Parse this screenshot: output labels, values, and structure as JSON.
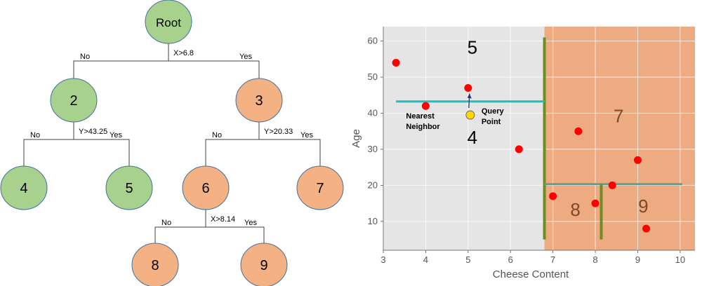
{
  "tree": {
    "colors": {
      "green": "#a9d18e",
      "orange": "#f4b183",
      "stroke": "#41719c"
    },
    "nodes": [
      {
        "id": "root",
        "label": "Root",
        "color": "green"
      },
      {
        "id": "n2",
        "label": "2",
        "color": "green"
      },
      {
        "id": "n3",
        "label": "3",
        "color": "orange"
      },
      {
        "id": "n4",
        "label": "4",
        "color": "green"
      },
      {
        "id": "n5",
        "label": "5",
        "color": "green"
      },
      {
        "id": "n6",
        "label": "6",
        "color": "orange"
      },
      {
        "id": "n7",
        "label": "7",
        "color": "orange"
      },
      {
        "id": "n8",
        "label": "8",
        "color": "orange"
      },
      {
        "id": "n9",
        "label": "9",
        "color": "orange"
      }
    ],
    "splits": [
      {
        "from": "root",
        "condition": "X>6.8",
        "no": "n2",
        "yes": "n3",
        "no_label": "No",
        "yes_label": "Yes"
      },
      {
        "from": "n2",
        "condition": "Y>43.25",
        "no": "n4",
        "yes": "n5",
        "no_label": "No",
        "yes_label": "Yes"
      },
      {
        "from": "n3",
        "condition": "Y>20.33",
        "no": "n6",
        "yes": "n7",
        "no_label": "No",
        "yes_label": "Yes"
      },
      {
        "from": "n6",
        "condition": "X>8.14",
        "no": "n8",
        "yes": "n9",
        "no_label": "No",
        "yes_label": "Yes"
      }
    ]
  },
  "chart_data": {
    "type": "scatter",
    "xlabel": "Cheese Content",
    "ylabel": "Age",
    "xlim": [
      3,
      10.35
    ],
    "ylim": [
      2,
      64
    ],
    "xticks": [
      3,
      4,
      5,
      6,
      7,
      8,
      9,
      10
    ],
    "yticks": [
      10,
      20,
      30,
      40,
      50,
      60
    ],
    "grid": true,
    "colors": {
      "background": "#e5e5e5",
      "region": "#f0a070",
      "point": "#ff0000",
      "query": "#ffd700",
      "split_major": "#6b8e23",
      "split_cyan": "#1fbfbf",
      "split_teal": "#5f9f8f"
    },
    "points": [
      {
        "x": 3.3,
        "y": 54
      },
      {
        "x": 4.0,
        "y": 42
      },
      {
        "x": 5.0,
        "y": 47
      },
      {
        "x": 6.2,
        "y": 30
      },
      {
        "x": 7.6,
        "y": 35
      },
      {
        "x": 9.0,
        "y": 27
      },
      {
        "x": 7.0,
        "y": 17
      },
      {
        "x": 8.0,
        "y": 15
      },
      {
        "x": 8.4,
        "y": 20
      },
      {
        "x": 9.2,
        "y": 8
      }
    ],
    "query_point": {
      "x": 5.05,
      "y": 39.5,
      "label_lines": [
        "Query",
        "Point"
      ]
    },
    "neighbor_label_lines": [
      "Nearest",
      "Neighbor"
    ],
    "splits": [
      {
        "axis": "x",
        "value": 6.8,
        "from": 5,
        "to": 61,
        "color": "split_major"
      },
      {
        "axis": "y",
        "value": 43.25,
        "from": 3.3,
        "to": 6.8,
        "color": "split_cyan"
      },
      {
        "axis": "y",
        "value": 20.33,
        "from": 6.8,
        "to": 10.05,
        "color": "split_teal"
      },
      {
        "axis": "x",
        "value": 8.14,
        "from": 5,
        "to": 20.33,
        "color": "split_major"
      }
    ],
    "region_labels": [
      {
        "text": "5",
        "x": 5.1,
        "y": 56.5,
        "color": "#000000"
      },
      {
        "text": "4",
        "x": 5.1,
        "y": 31.5,
        "color": "#000000"
      },
      {
        "text": "7",
        "x": 8.55,
        "y": 37.5,
        "color": "#7a4a2a"
      },
      {
        "text": "8",
        "x": 7.53,
        "y": 11.5,
        "color": "#7a4a2a"
      },
      {
        "text": "9",
        "x": 9.13,
        "y": 12.5,
        "color": "#7a4a2a"
      }
    ]
  }
}
